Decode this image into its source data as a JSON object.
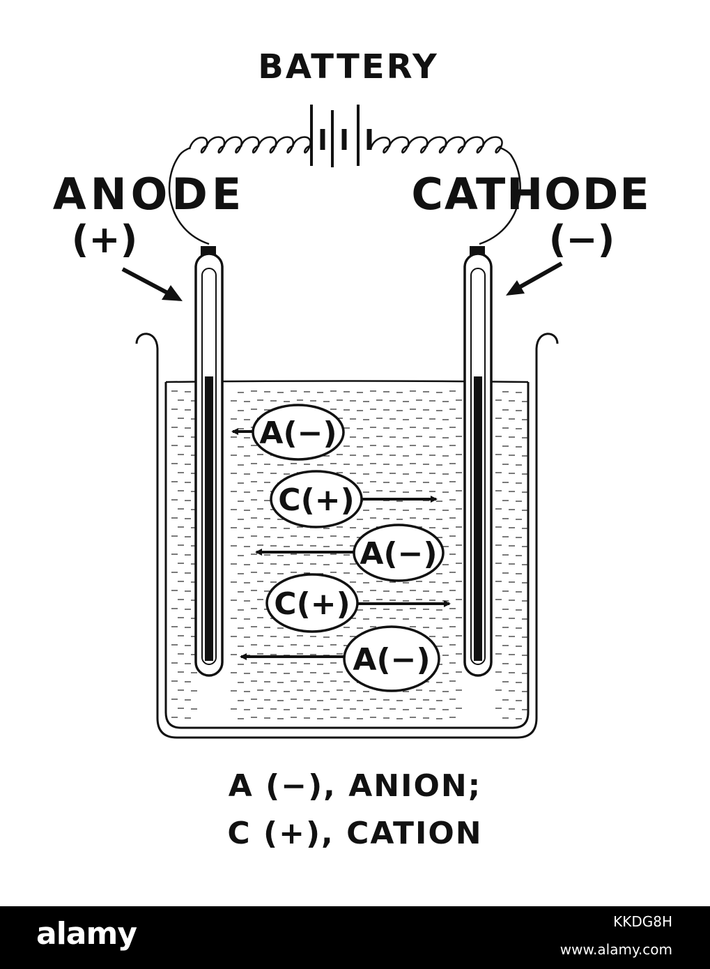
{
  "labels": {
    "battery": "BATTERY",
    "anode": "ANODE",
    "anode_sign": "(+)",
    "cathode": "CATHODE",
    "cathode_sign": "(−)"
  },
  "ions": [
    {
      "text": "A(−)",
      "direction": "left"
    },
    {
      "text": "C(+)",
      "direction": "right"
    },
    {
      "text": "A(−)",
      "direction": "left"
    },
    {
      "text": "C(+)",
      "direction": "right"
    },
    {
      "text": "A(−)",
      "direction": "left"
    }
  ],
  "legend": {
    "line1": "A (−), ANION;",
    "line2": "C (+), CATION"
  },
  "watermark": {
    "brand": "alamy",
    "image_id": "KKDG8H",
    "site": "www.alamy.com"
  },
  "colors": {
    "ink": "#111111",
    "background": "#ffffff",
    "footer": "#000000"
  }
}
